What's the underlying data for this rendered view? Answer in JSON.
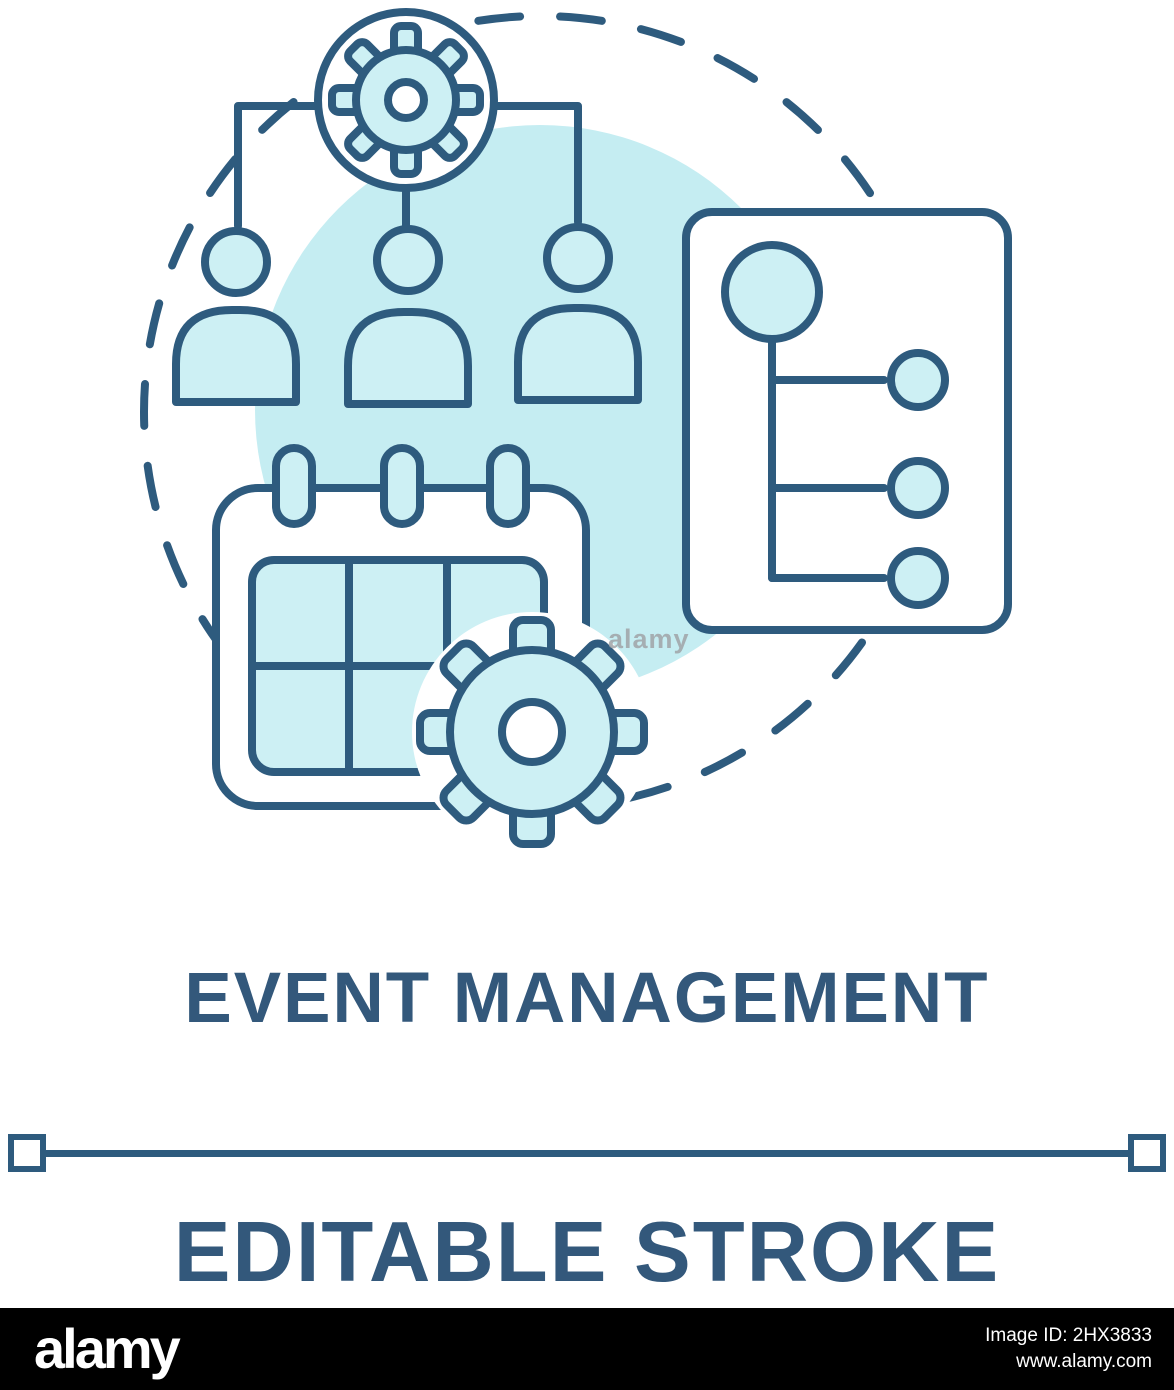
{
  "illustration": {
    "title": "EVENT MANAGEMENT",
    "stroke_label": "EDITABLE STROKE",
    "watermark_text": "alamy",
    "icons": [
      "background-circle",
      "dashed-circle",
      "settings-gear-circle-icon",
      "person-icon",
      "org-chart-connectors",
      "calendar-icon",
      "gear-icon",
      "task-list-panel-icon"
    ]
  },
  "footer": {
    "logo": "alamy",
    "image_id": "Image ID: 2HX3833",
    "url": "www.alamy.com"
  },
  "colors": {
    "line": "#2e5b7e",
    "text": "#33587b",
    "fill_light": "#cdf0f4",
    "bg_circle": "#c5edf2",
    "watermark": "#a0a4a8",
    "footer_bg": "#000000"
  }
}
